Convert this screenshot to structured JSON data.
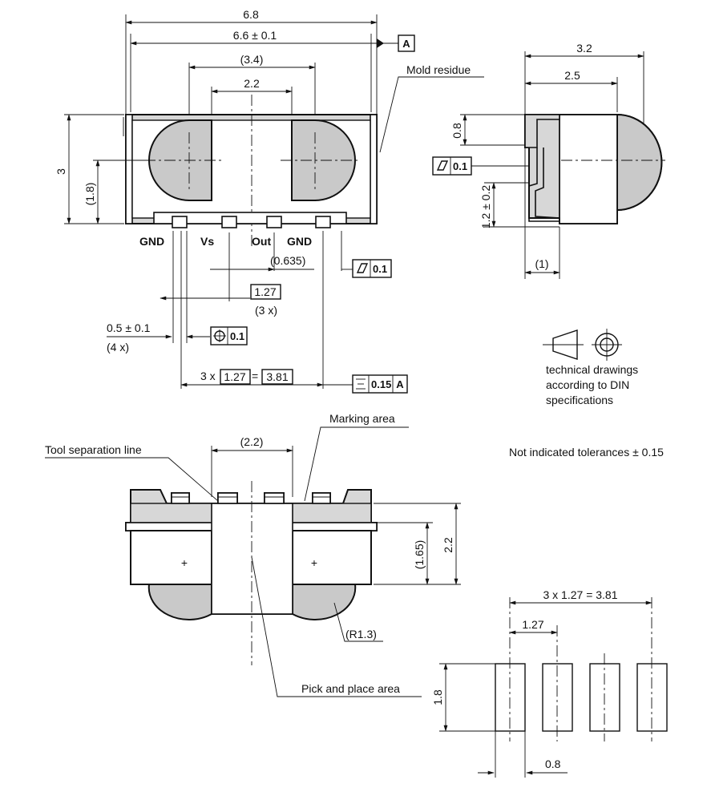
{
  "top_view": {
    "dim_overall": "6.8",
    "dim_body": "6.6 ± 0.1",
    "datum_a": "A",
    "dim_lens_pitch": "(3.4)",
    "dim_lens_gap": "2.2",
    "mold_residue": "Mold residue",
    "dim_height": "3",
    "dim_center_height": "(1.8)",
    "pins": [
      "GND",
      "Vs",
      "Out",
      "GND"
    ],
    "dim_offset": "(0.635)",
    "flatness_value": "0.1",
    "dim_pitch": "1.27",
    "dim_pitch_count": "(3 x)",
    "dim_pin_width": "0.5 ± 0.1",
    "dim_pin_count": "(4 x)",
    "position_value": "0.1",
    "dim_total_prefix": "3 x",
    "dim_total_pitch": "1.27",
    "dim_total_eq": "=",
    "dim_total_result": "3.81",
    "symmetry_value": "0.15",
    "symmetry_datum": "A"
  },
  "side_view": {
    "dim_depth": "3.2",
    "dim_lens_depth": "2.5",
    "dim_top": "0.8",
    "flatness_value": "0.1",
    "dim_pin_height": "1.2 ± 0.2",
    "dim_bottom": "(1)"
  },
  "notes": {
    "din_line1": "technical drawings",
    "din_line2": "according to DIN",
    "din_line3": "specifications",
    "tolerance": "Not indicated tolerances ± 0.15"
  },
  "front_view": {
    "marking_area": "Marking area",
    "tool_separation": "Tool separation line",
    "dim_gap": "(2.2)",
    "dim_height": "2.2",
    "dim_lens_height": "(1.65)",
    "dim_radius": "(R1.3)",
    "pick_place": "Pick and place area"
  },
  "footprint": {
    "dim_total": "3 x 1.27 = 3.81",
    "dim_pitch": "1.27",
    "dim_pad_height": "1.8",
    "dim_pad_width": "0.8"
  }
}
